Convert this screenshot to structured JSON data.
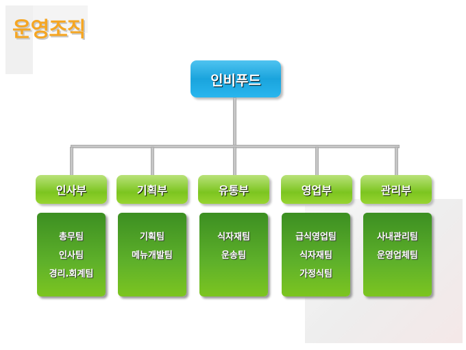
{
  "title": "운영조직",
  "root": "인비푸드",
  "departments": [
    {
      "name": "인사부",
      "teams": [
        "총무팀",
        "인사팀",
        "경리.회계팀"
      ]
    },
    {
      "name": "기획부",
      "teams": [
        "기획팀",
        "메뉴개발팀"
      ]
    },
    {
      "name": "유통부",
      "teams": [
        "식자재팀",
        "운송팀"
      ]
    },
    {
      "name": "영업부",
      "teams": [
        "급식영업팀",
        "식자재팀",
        "가정식팀"
      ]
    },
    {
      "name": "관리부",
      "teams": [
        "사내관리팀",
        "운영업체팀"
      ]
    }
  ]
}
